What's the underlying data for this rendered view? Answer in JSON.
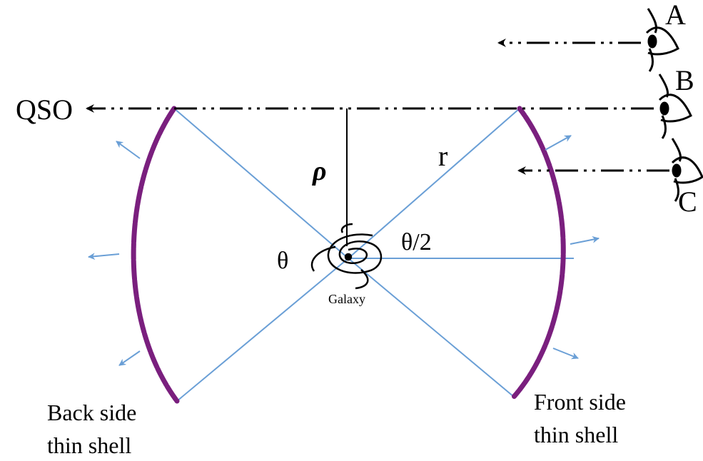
{
  "colors": {
    "cone": "#6a9fd6",
    "shell": "#7a1f7e",
    "sightline": "#000000",
    "text": "#000000"
  },
  "labels": {
    "qso": "QSO",
    "observer_a": "A",
    "observer_b": "B",
    "observer_c": "C",
    "rho": "ρ",
    "r": "r",
    "theta": "θ",
    "theta_half": "θ/2",
    "galaxy": "Galaxy",
    "back_shell_line1": "Back side",
    "back_shell_line2": "thin shell",
    "front_shell_line1": "Front side",
    "front_shell_line2": "thin shell"
  },
  "icons": {
    "observer": "eye-icon",
    "galaxy": "spiral-galaxy-icon"
  }
}
